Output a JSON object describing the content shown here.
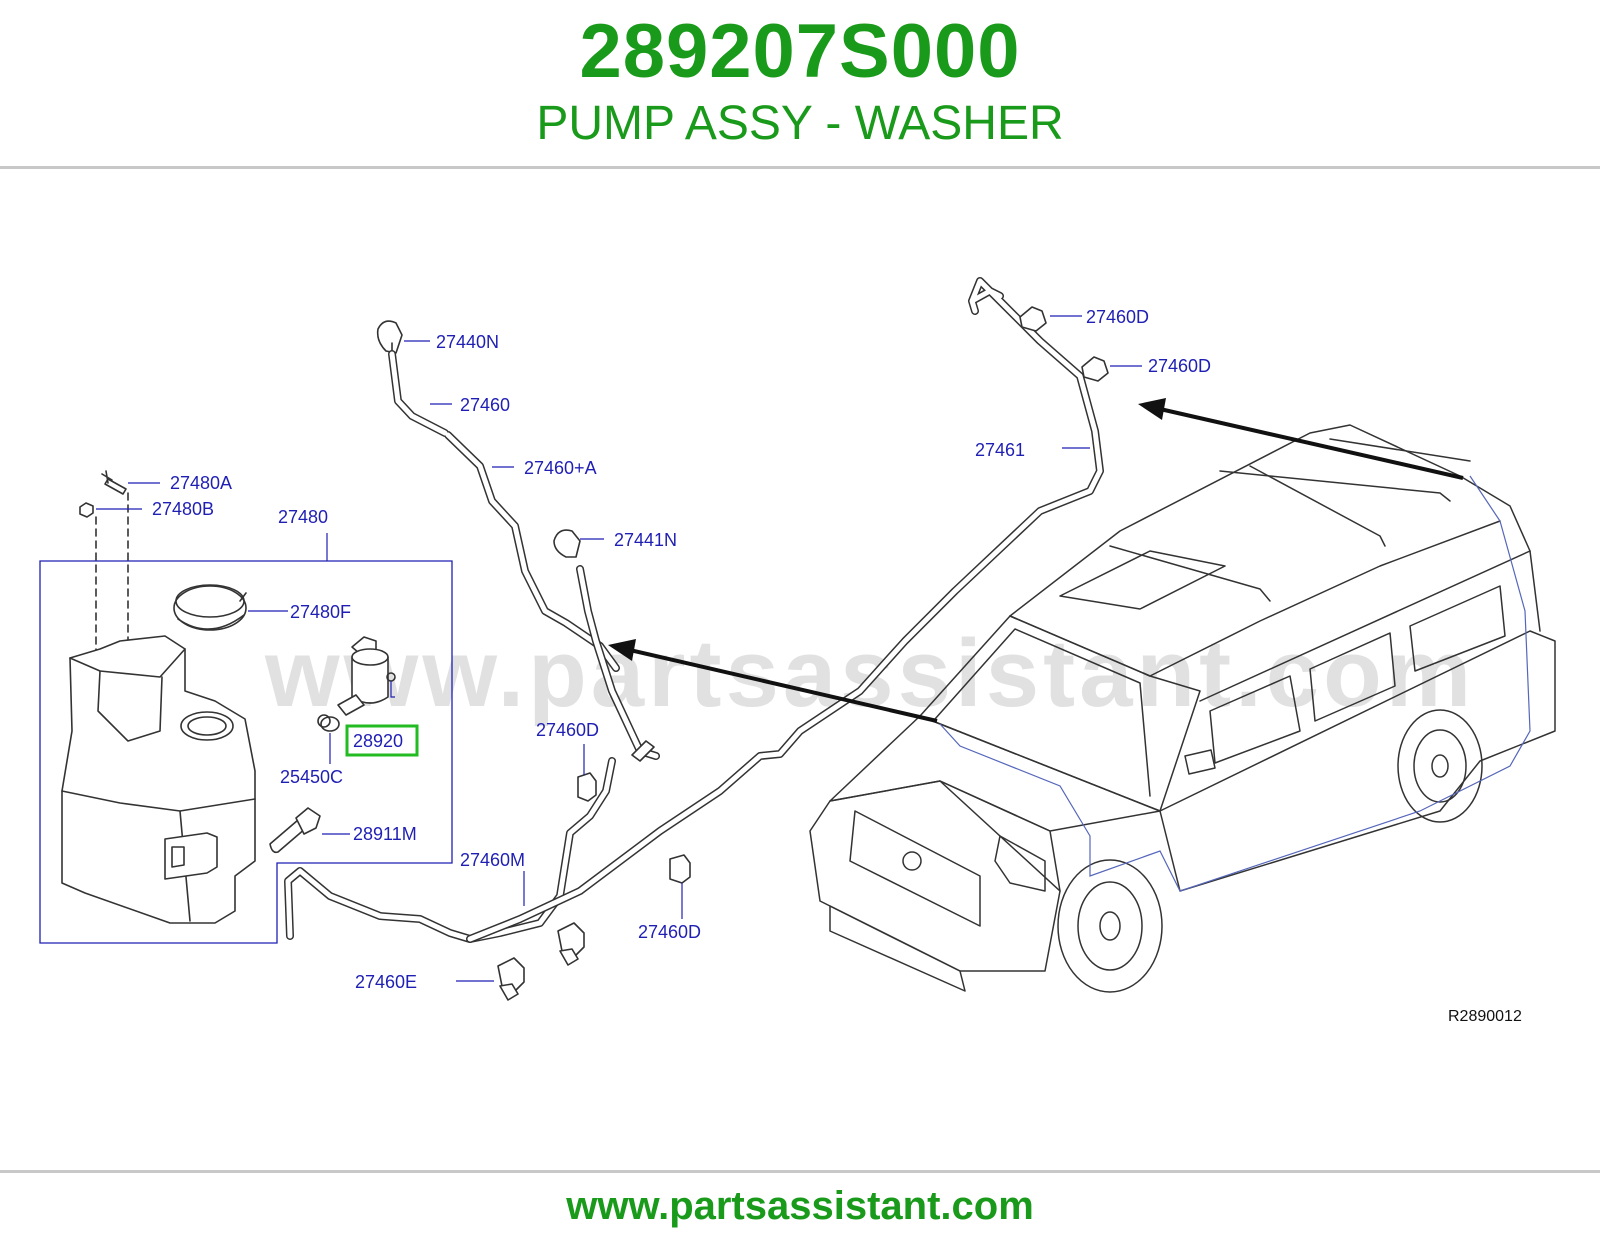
{
  "header": {
    "part_number": "289207S000",
    "part_name": "PUMP ASSY - WASHER"
  },
  "footer": {
    "url": "www.partsassistant.com"
  },
  "diagram": {
    "watermark": "www.partsassistant.com",
    "reference_code": "R2890012",
    "highlight_color": "#22bb22",
    "callout_color": "#1f1fb4",
    "callouts": {
      "c27440N": "27440N",
      "c27460": "27460",
      "c27460A": "27460+A",
      "c27441N": "27441N",
      "c27480A": "27480A",
      "c27480B": "27480B",
      "c27480": "27480",
      "c27480F": "27480F",
      "c28920": "28920",
      "c25450C": "25450C",
      "c28911M": "28911M",
      "c27460D_mid": "27460D",
      "c27460M": "27460M",
      "c27460D_low": "27460D",
      "c27460E": "27460E",
      "c27461": "27461",
      "c27460D_top1": "27460D",
      "c27460D_top2": "27460D"
    }
  }
}
